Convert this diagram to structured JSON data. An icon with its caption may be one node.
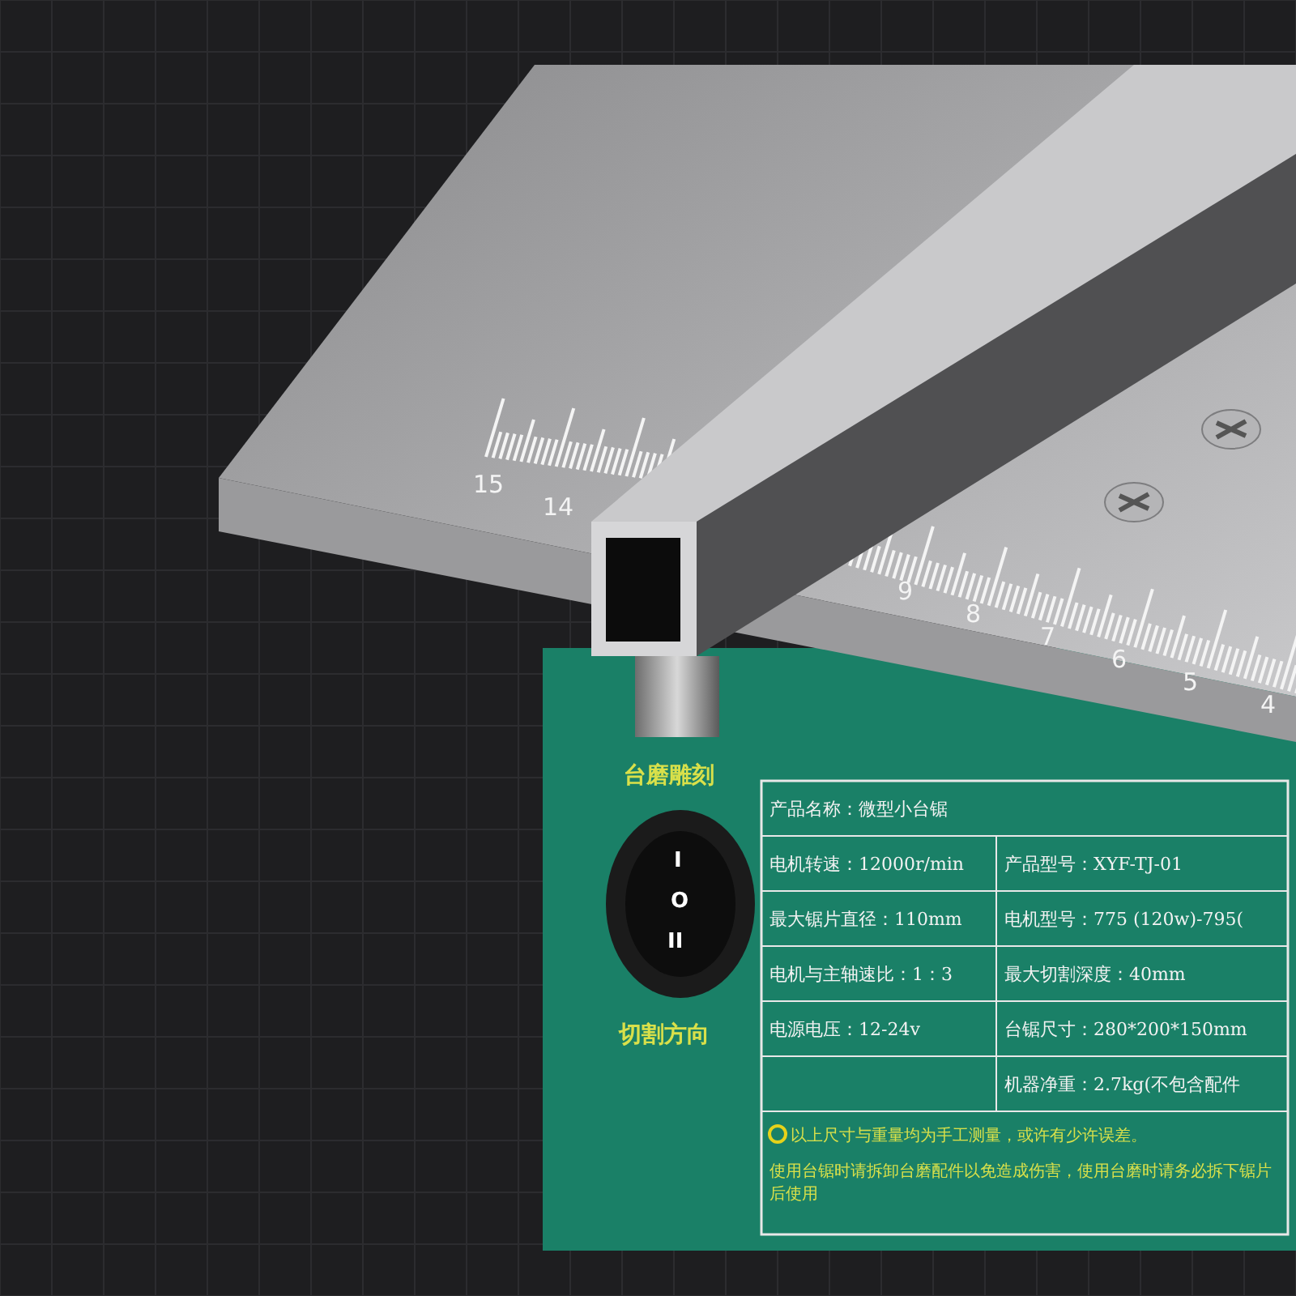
{
  "diagram": {
    "labels": [
      "15",
      "14",
      "9",
      "8",
      "7",
      "6",
      "5",
      "4",
      "台磨雕刻",
      "I",
      "O",
      "II",
      "切割方向",
      "产品名称：微型小台锯",
      "电机转速：12000r/min",
      "产品型号：XYF-TJ-01",
      "最大锯片直径：110mm",
      "电机型号：775 (120w)-795(",
      "电机与主轴速比：1：3",
      "最大切割深度：40mm",
      "电源电压：12-24v",
      "台锯尺寸：280*200*150mm",
      "机器净重：2.7kg(不包含配件",
      "以上尺寸与重量均为手工测量，或许有少许误差。",
      "使用台锯时请拆卸台磨配件以免造成伤害，使用台磨时请务必拆下锯片后使用"
    ]
  }
}
